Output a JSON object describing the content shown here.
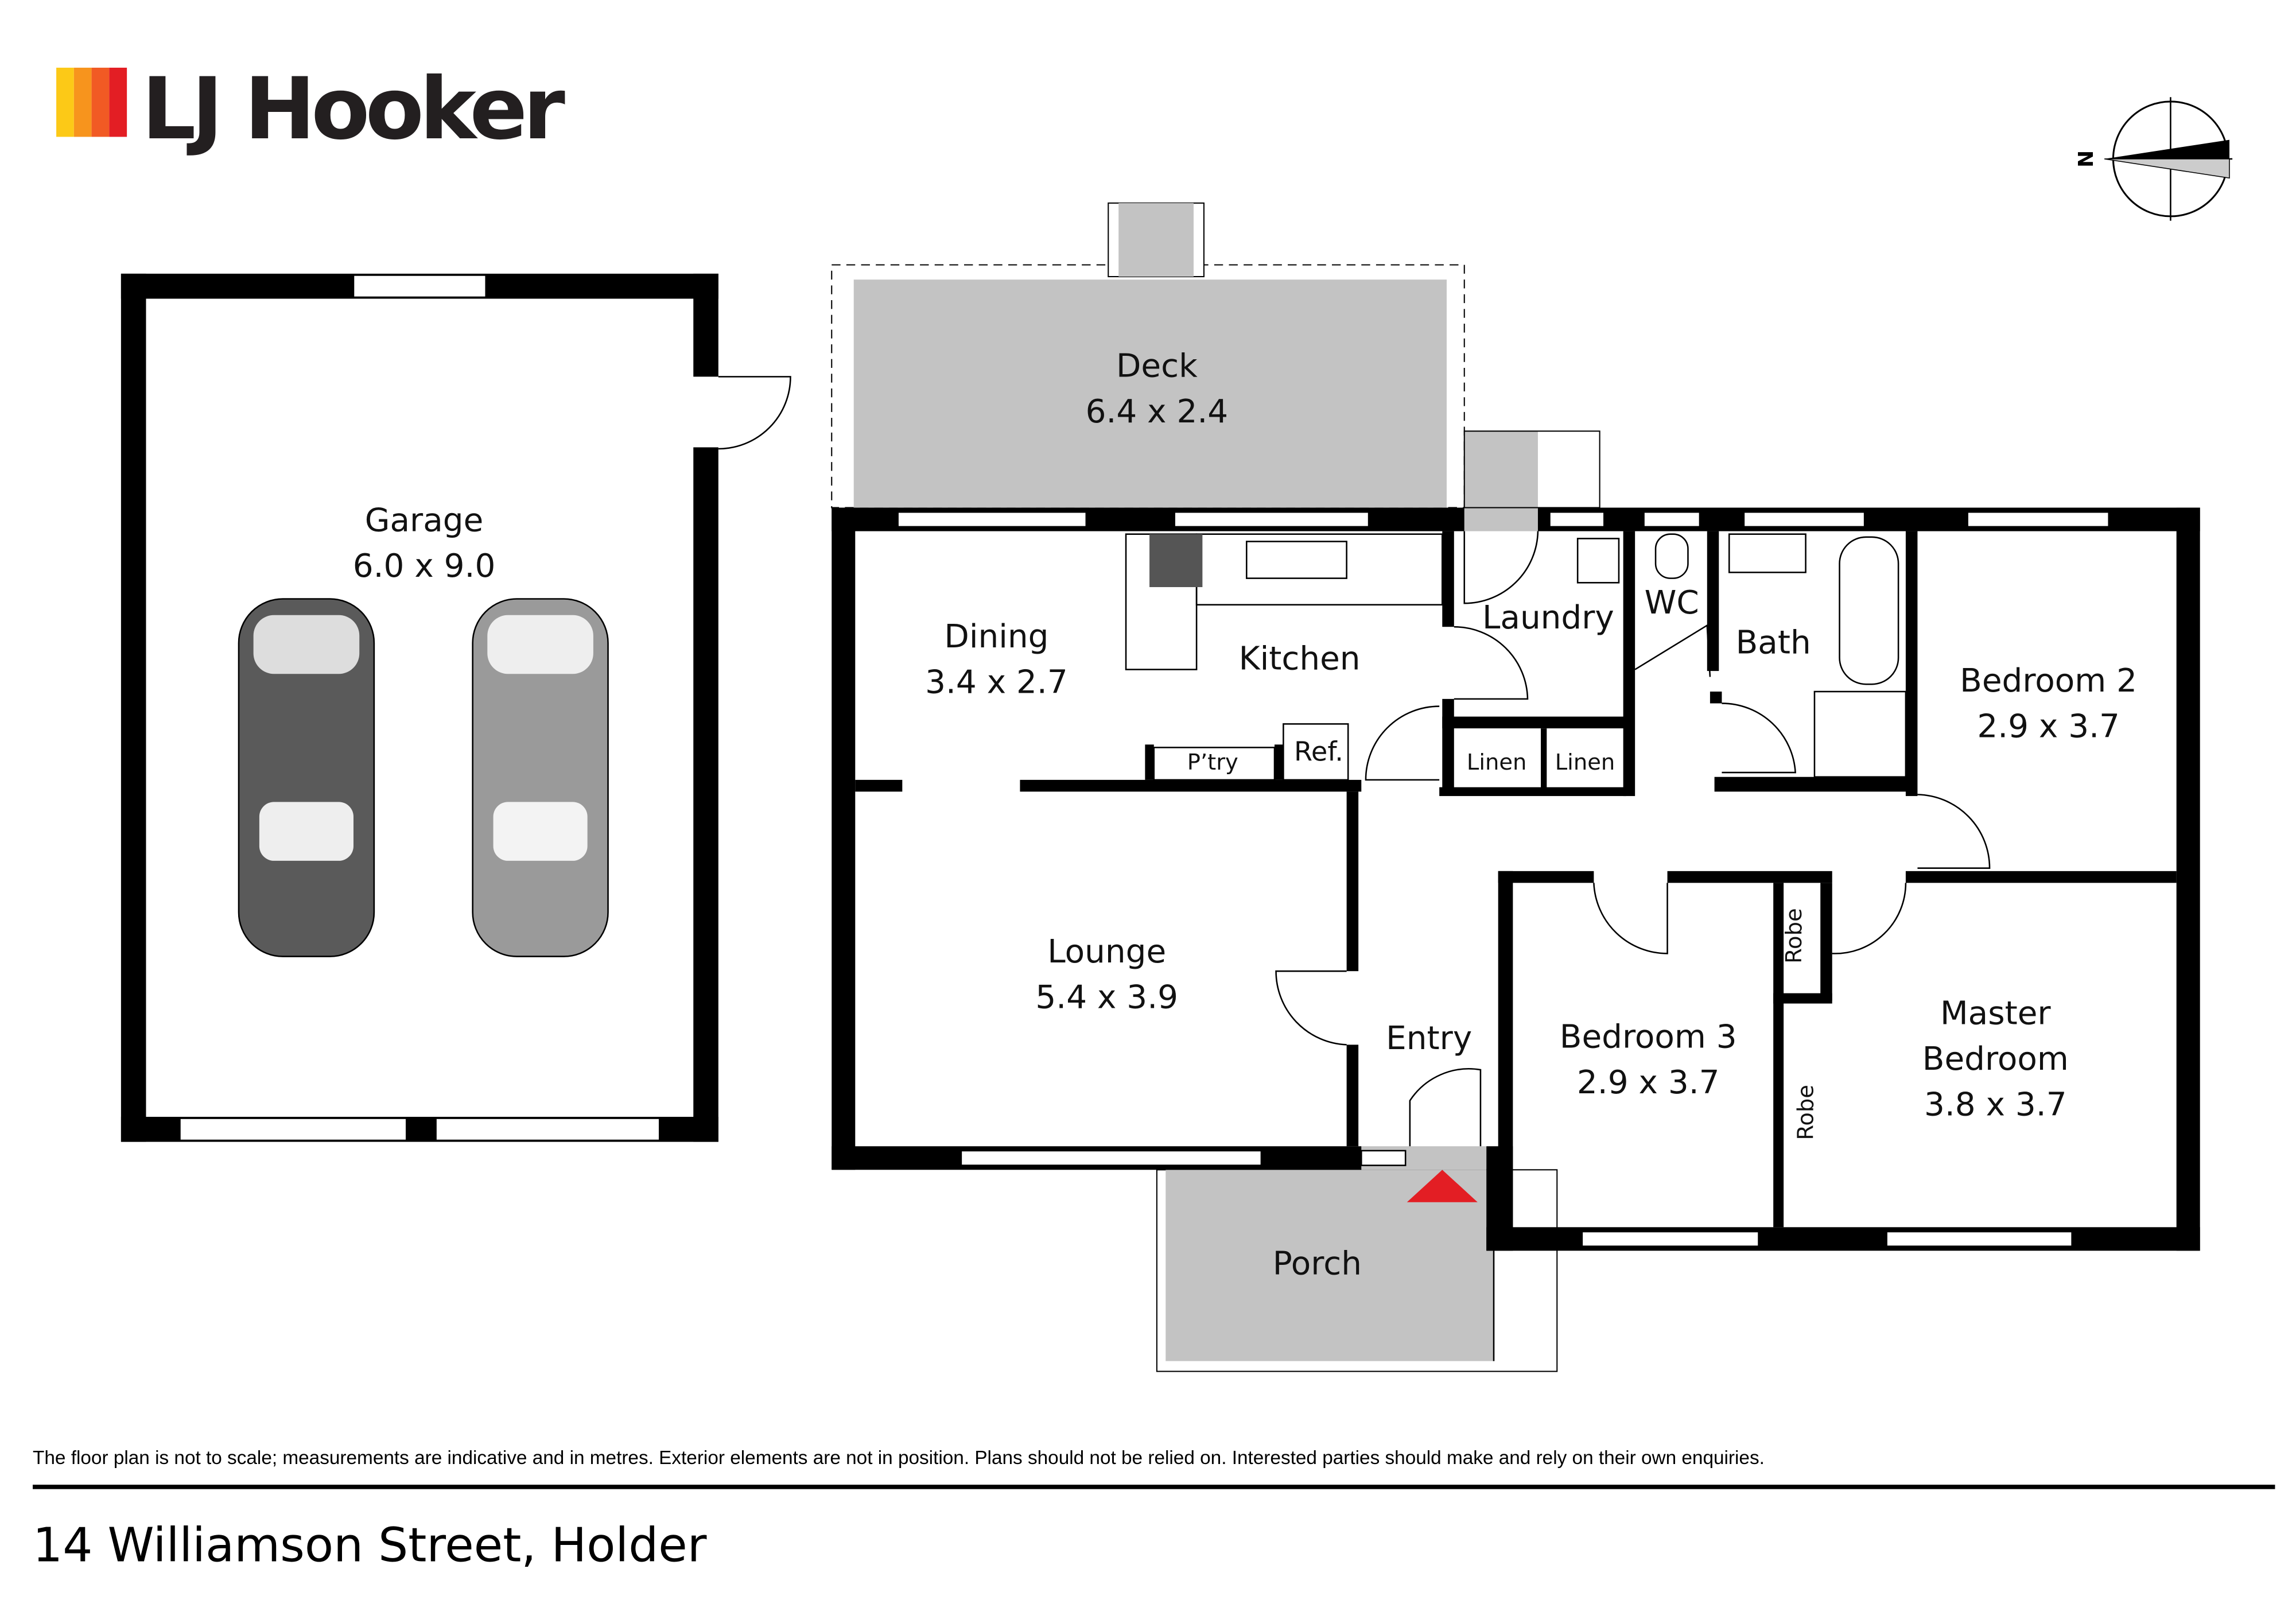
{
  "brand": {
    "name": "LJ Hooker",
    "colors": [
      "#fcc917",
      "#f7941d",
      "#f15a24",
      "#e31e24"
    ]
  },
  "compass": {
    "north_label": "N"
  },
  "rooms": {
    "garage": {
      "name": "Garage",
      "size": "6.0 x 9.0"
    },
    "deck": {
      "name": "Deck",
      "size": "6.4 x 2.4"
    },
    "dining": {
      "name": "Dining",
      "size": "3.4 x 2.7"
    },
    "kitchen": {
      "name": "Kitchen"
    },
    "laundry": {
      "name": "Laundry"
    },
    "wc": {
      "name": "WC"
    },
    "bath": {
      "name": "Bath"
    },
    "bedroom2": {
      "name": "Bedroom 2",
      "size": "2.9 x 3.7"
    },
    "pantry": {
      "name": "P’try"
    },
    "ref": {
      "name": "Ref."
    },
    "linen1": {
      "name": "Linen"
    },
    "linen2": {
      "name": "Linen"
    },
    "lounge": {
      "name": "Lounge",
      "size": "5.4 x 3.9"
    },
    "entry": {
      "name": "Entry"
    },
    "bedroom3": {
      "name": "Bedroom 3",
      "size": "2.9 x 3.7"
    },
    "robe1": {
      "name": "Robe"
    },
    "robe2": {
      "name": "Robe"
    },
    "master": {
      "name1": "Master",
      "name2": "Bedroom",
      "size": "3.8 x 3.7"
    },
    "porch": {
      "name": "Porch"
    }
  },
  "entry_marker_color": "#e31e24",
  "disclaimer": "The floor plan is not to scale; measurements are indicative and in metres. Exterior elements are not in position. Plans should not be relied on. Interested parties should make and rely on their own enquiries.",
  "address": "14 Williamson Street, Holder"
}
